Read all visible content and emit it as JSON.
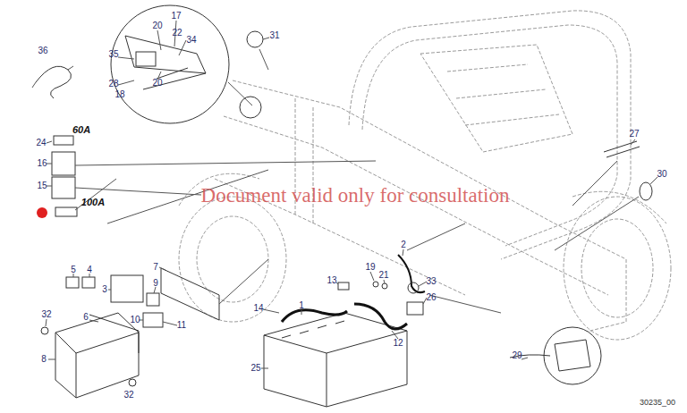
{
  "diagram": {
    "labels": [
      "36",
      "17",
      "20",
      "22",
      "34",
      "35",
      "28",
      "18",
      "20",
      "31",
      "24",
      "60A",
      "16",
      "15",
      "100A",
      "Document valid only for consultation",
      "27",
      "30",
      "5",
      "4",
      "3",
      "7",
      "9",
      "10",
      "11",
      "32",
      "6",
      "8",
      "32",
      "14",
      "1",
      "13",
      "19",
      "21",
      "2",
      "33",
      "26",
      "12",
      "25",
      "29",
      "30235_00"
    ]
  }
}
